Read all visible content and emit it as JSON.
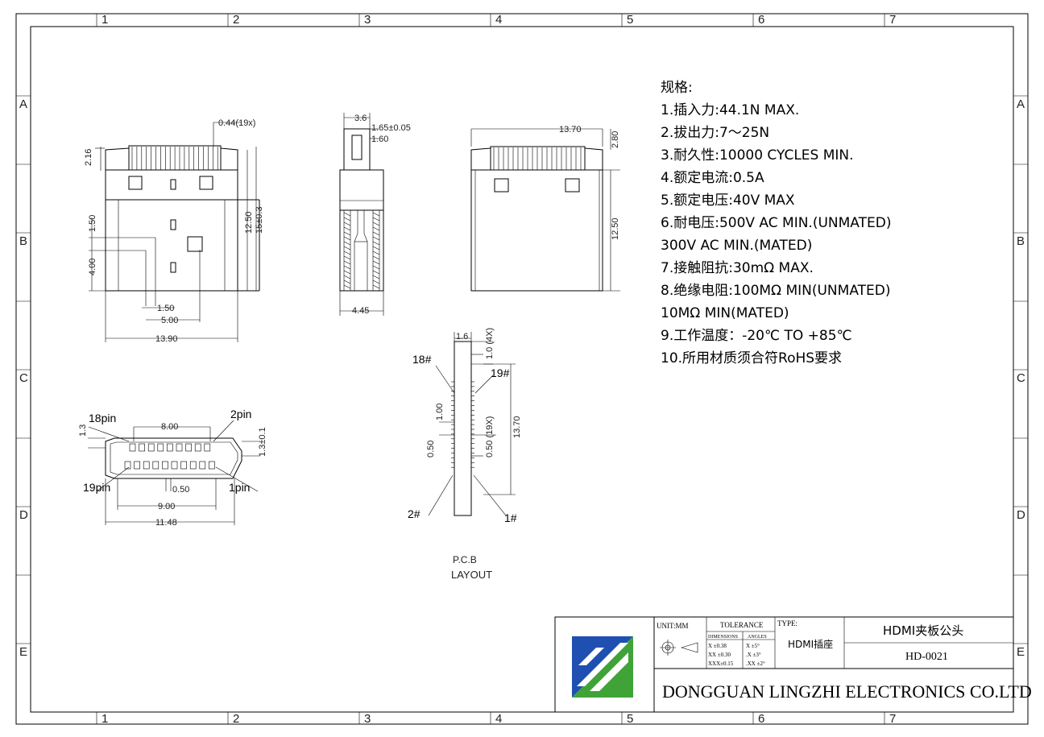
{
  "frame": {
    "zones_top": [
      "1",
      "2",
      "3",
      "4",
      "5",
      "6",
      "7"
    ],
    "zones_side": [
      "A",
      "B",
      "C",
      "D",
      "E"
    ]
  },
  "views": {
    "front": {
      "d_044": "0.44(19x)",
      "d_216": "2.16",
      "d_150": "1.50",
      "d_400": "4.00",
      "d_1250": "12.50",
      "d_15": "15±0.3",
      "d_150b": "1.50",
      "d_500": "5.00",
      "d_1390": "13.90"
    },
    "side": {
      "d_36": "3.6",
      "d_165": "1.65±0.05",
      "d_160": "1.60",
      "d_445": "4.45"
    },
    "back": {
      "d_1370": "13.70",
      "d_280": "2.80",
      "d_1250": "12.50"
    },
    "pcb": {
      "d_16": "1.6",
      "d_10": "1.0 (4X)",
      "d_100": "1.00",
      "d_050": "0.50",
      "d_050b": "0.50 (19X)",
      "d_1370": "13.70",
      "p18": "18#",
      "p19": "19#",
      "p2": "2#",
      "p1": "1#",
      "caption1": "P.C.B",
      "caption2": "LAYOUT"
    },
    "pinface": {
      "p18": "18pin",
      "p2": "2pin",
      "p19": "19pin",
      "p1": "1pin",
      "d_13": "1.3",
      "d_13b": "1.3±0.1",
      "d_800": "8.00",
      "d_050": "0.50",
      "d_900": "9.00",
      "d_1148": "11.48"
    }
  },
  "specs": {
    "title": "规格:",
    "lines": [
      "1.插入力:44.1N MAX.",
      "2.拔出力:7～25N",
      "3.耐久性:10000 CYCLES MIN.",
      "4.额定电流:0.5A",
      "5.额定电压:40V MAX",
      "6.耐电压:500V AC MIN.(UNMATED)",
      "300V AC MIN.(MATED)",
      "7.接触阻抗:30mΩ MAX.",
      "8.绝缘电阻:100MΩ MIN(UNMATED)",
      "10MΩ MIN(MATED)",
      "9.工作温度：-20℃ TO +85℃",
      "10.所用材质须合符RoHS要求"
    ]
  },
  "title_block": {
    "unit": "UNIT:MM",
    "tolerance": "TOLERANCE",
    "dimensions": "DIMENSIONS",
    "angles": "ANGLES",
    "tol_rows": [
      "X ±0.38",
      "XX ±0.30",
      "XXX±0.15"
    ],
    "ang_rows": [
      "X ±5°",
      ".X ±3°",
      ".XX ±2°"
    ],
    "type_label": "TYPE:",
    "type_value": "HDMI插座",
    "name": "HDMI夹板公头",
    "part_no": "HD-0021",
    "company": "DONGGUAN LINGZHI ELECTRONICS CO.LTD",
    "colors": {
      "logo_blue": "#1f4fb0",
      "logo_green": "#3fa338",
      "logo_white": "#ffffff"
    }
  }
}
